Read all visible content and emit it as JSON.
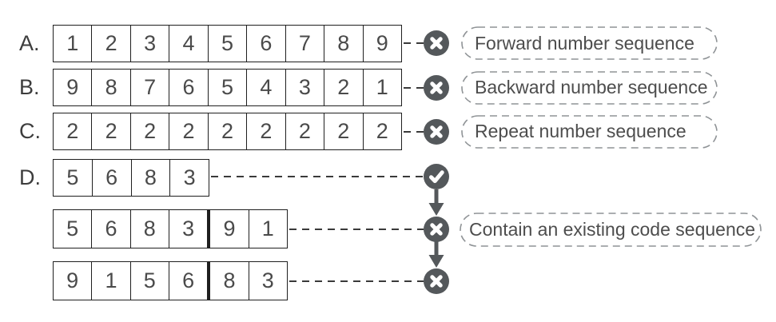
{
  "diagram": {
    "description_colors": {
      "background": "#ffffff",
      "box_border": "#1f1f1f",
      "digit_text": "#4a4a4a",
      "label_text": "#3d3d3d",
      "pill_border": "#8f9396",
      "pill_text": "#4d4d4d",
      "status_circle": "#54585b",
      "status_glyph": "#ffffff",
      "connector_line": "#3a3a3a"
    },
    "rows": [
      {
        "label": "A.",
        "cells": [
          "1",
          "2",
          "3",
          "4",
          "5",
          "6",
          "7",
          "8",
          "9"
        ],
        "status": "rejected",
        "icon": "cross-icon",
        "annotation": "Forward number sequence"
      },
      {
        "label": "B.",
        "cells": [
          "9",
          "8",
          "7",
          "6",
          "5",
          "4",
          "3",
          "2",
          "1"
        ],
        "status": "rejected",
        "icon": "cross-icon",
        "annotation": "Backward number sequence"
      },
      {
        "label": "C.",
        "cells": [
          "2",
          "2",
          "2",
          "2",
          "2",
          "2",
          "2",
          "2",
          "2"
        ],
        "status": "rejected",
        "icon": "cross-icon",
        "annotation": "Repeat number sequence"
      },
      {
        "label": "D.",
        "cells": [
          "5",
          "6",
          "8",
          "3"
        ],
        "status": "accepted",
        "icon": "check-icon"
      },
      {
        "label": "",
        "cells": [
          "5",
          "6",
          "8",
          "3",
          "9",
          "1"
        ],
        "divider_after_cell": 4,
        "status": "rejected",
        "icon": "cross-icon",
        "annotation": "Contain an existing code sequence"
      },
      {
        "label": "",
        "cells": [
          "9",
          "1",
          "5",
          "6",
          "8",
          "3"
        ],
        "divider_after_cell": 4,
        "status": "rejected",
        "icon": "cross-icon"
      }
    ]
  }
}
